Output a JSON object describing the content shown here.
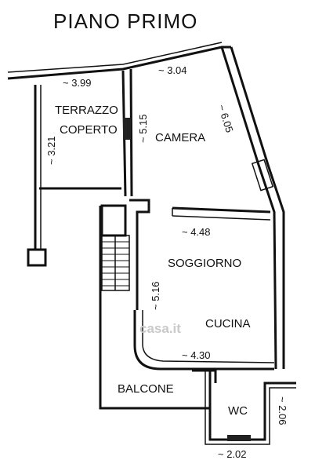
{
  "plan": {
    "title": "PIANO PRIMO",
    "rooms": {
      "terrazzo_line1": "TERRAZZO",
      "terrazzo_line2": "COPERTO",
      "camera": "CAMERA",
      "soggiorno": "SOGGIORNO",
      "cucina": "CUCINA",
      "balcone": "BALCONE",
      "wc": "WC"
    },
    "dimensions": {
      "terrazzo_width": "~ 3.99",
      "terrazzo_depth": "~ 3.21",
      "camera_width": "~ 3.04",
      "camera_depth": "~ 5.15",
      "camera_side": "~ 6.05",
      "soggiorno_width": "~ 4.48",
      "soggiorno_depth": "~ 5.16",
      "cucina_width": "~ 4.30",
      "wc_depth": "~ 2.06",
      "wc_width": "~ 2.02"
    },
    "watermark": "casa.it"
  }
}
